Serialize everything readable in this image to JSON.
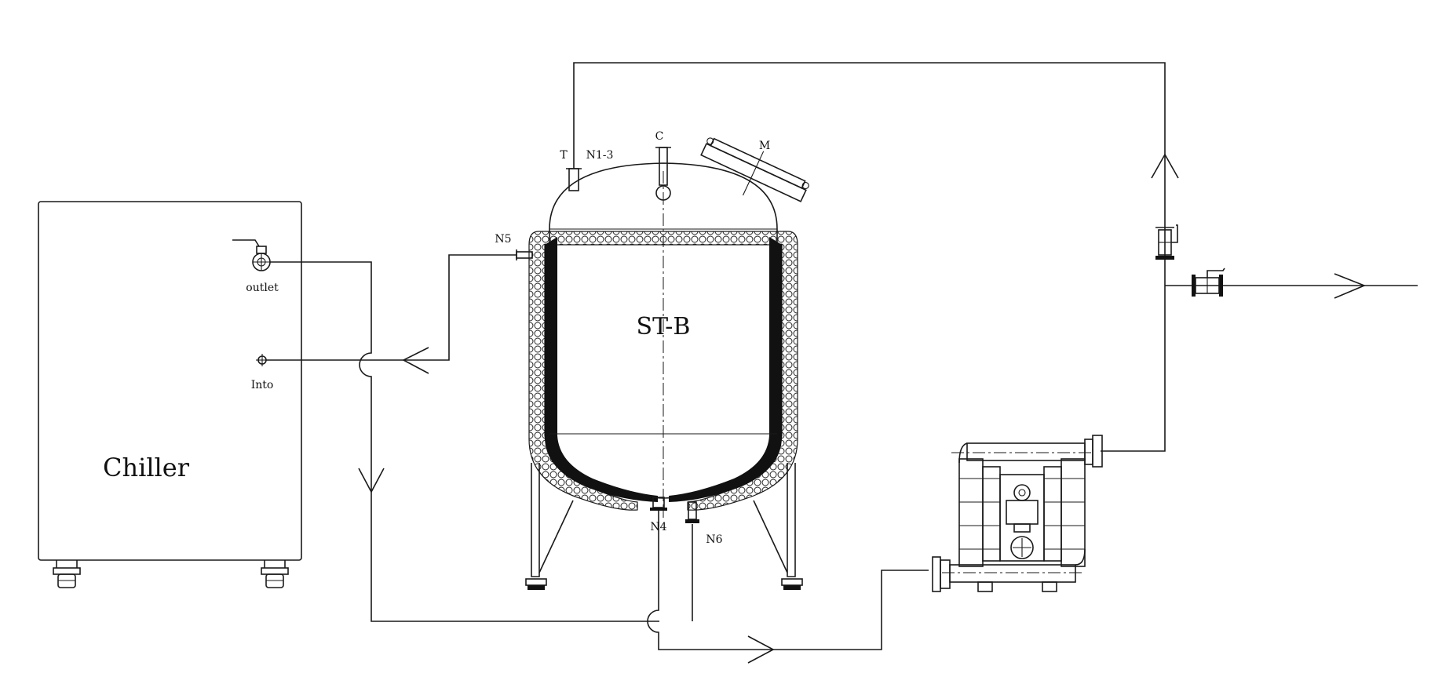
{
  "labels": {
    "chiller": "Chiller",
    "outlet": "outlet",
    "into": "Into",
    "tank": "ST-B",
    "t": "T",
    "n1_3": "N1-3",
    "c": "C",
    "m": "M",
    "n5": "N5",
    "n4": "N4",
    "n6": "N6"
  }
}
